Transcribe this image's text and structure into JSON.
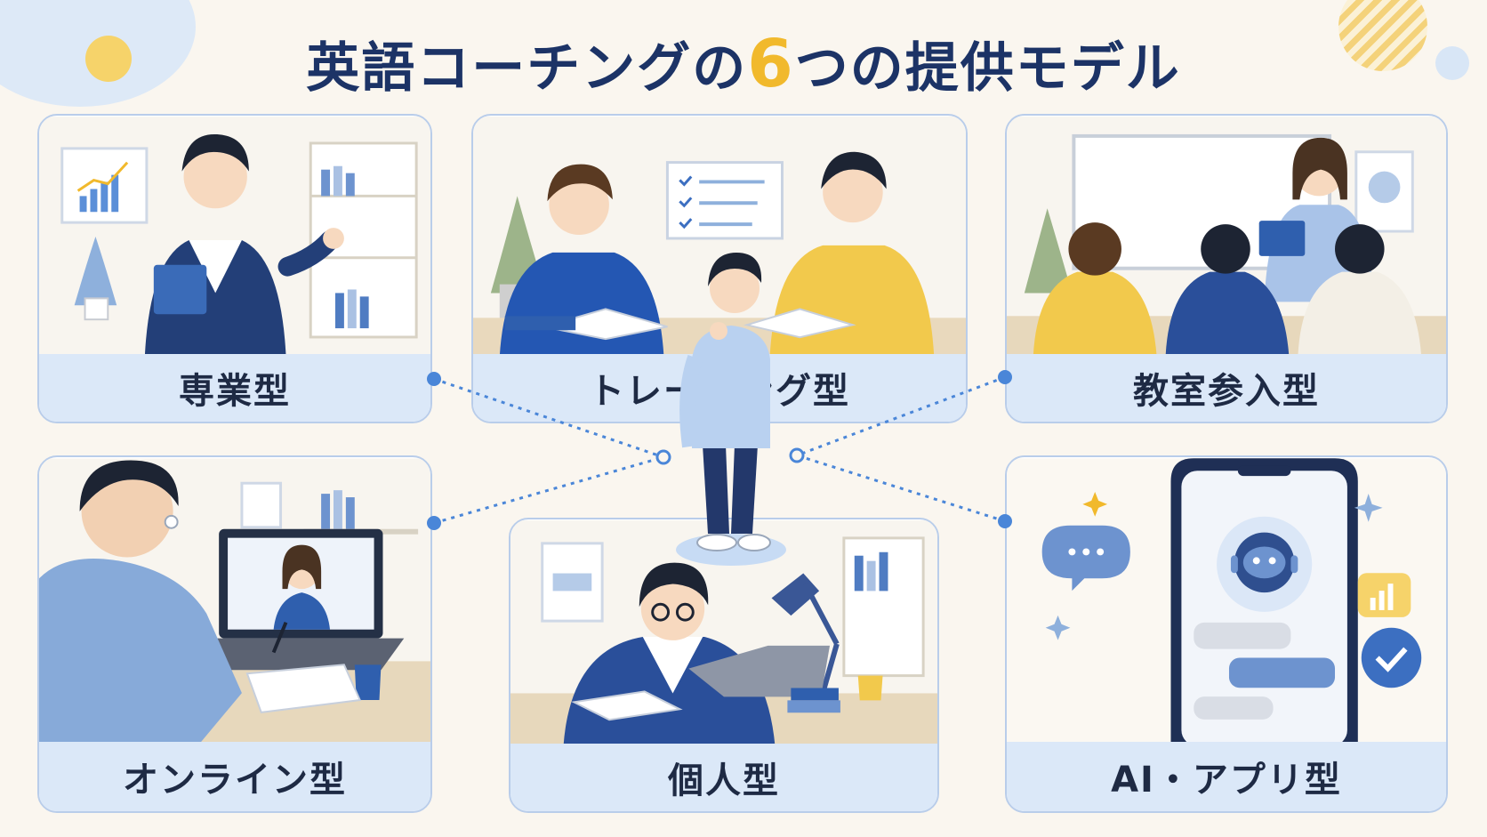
{
  "title": {
    "prefix": "英語コーチングの",
    "number": "6",
    "suffix": "つの提供モデル"
  },
  "models": [
    {
      "label": "専業型",
      "icon": "business-coach-icon"
    },
    {
      "label": "トレーニング型",
      "icon": "trainer-session-icon"
    },
    {
      "label": "教室参入型",
      "icon": "classroom-icon"
    },
    {
      "label": "オンライン型",
      "icon": "video-call-icon"
    },
    {
      "label": "個人型",
      "icon": "self-study-icon"
    },
    {
      "label": "AI・アプリ型",
      "icon": "ai-app-icon"
    }
  ],
  "colors": {
    "background": "#faf6ef",
    "navy": "#1c3366",
    "accent_yellow": "#f1b92c",
    "label_band": "#dbe8f8",
    "card_border": "#b9cdea",
    "connector": "#4a86d8"
  }
}
